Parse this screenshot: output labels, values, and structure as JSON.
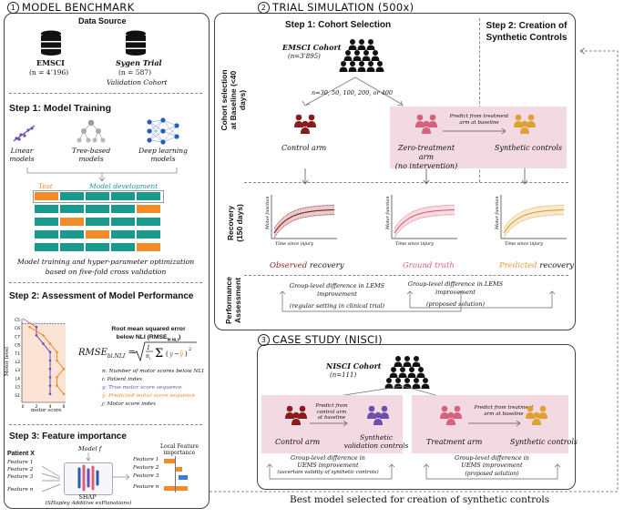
{
  "colors": {
    "teal": "#1a9a8c",
    "orange": "#f28c28",
    "maroon": "#8b1a1a",
    "pink": "#d9607a",
    "purple": "#6a4fb0",
    "gold": "#e0a030",
    "pinkbg": "#f3d9e2"
  },
  "benchmark": {
    "title": "MODEL BENCHMARK",
    "num": "1",
    "data_source": {
      "heading": "Data Source",
      "emsci_name": "EMSCI",
      "emsci_n": "(n = 4’196)",
      "sygen_name": "Sygen Trial",
      "sygen_n": "(n = 587)",
      "sygen_role": "Validation Cohort"
    },
    "step1": {
      "heading": "Step 1: Model Training",
      "linear": "Linear\nmodels",
      "tree": "Tree-based\nmodels",
      "deep": "Deep learning\nmodels",
      "test_label": "Test",
      "dev_label": "Model development",
      "caption": "Model training and hyper-parameter optimization\nbased on five-fold cross validation"
    },
    "step2": {
      "heading": "Step 2: Assessment of Model Performance",
      "yaxis": "Motor level",
      "xaxis": "motor score",
      "levels": [
        "C5",
        "C6",
        "C7",
        "C8",
        "T1",
        "L2",
        "L3",
        "L4",
        "L5",
        "S1"
      ],
      "ticks": [
        "0",
        "2",
        "4",
        "6"
      ],
      "rmse_title": "Root mean squared error\nbelow NLI (RMSE",
      "rmse_sub": "bl.NLI",
      "formula_lhs": "RMSE",
      "formula_sub": "bl.NLI",
      "defs": [
        "n: Number of motor scores below NLI",
        "i: Patient index",
        "y: True motor score sequence",
        "ŷ: Predicted motor score sequence",
        "j: Motor score index"
      ],
      "true_scores": [
        2,
        2,
        3,
        4,
        4,
        4,
        4,
        4,
        4
      ],
      "pred_scores": [
        1,
        3,
        4,
        5,
        5,
        6,
        5,
        5,
        6
      ]
    },
    "step3": {
      "heading": "Step 3: Feature importance",
      "patient": "Patient X",
      "model": "Model f",
      "features": [
        "Feature 1",
        "Feature 2",
        "Feature 3",
        "Feature n"
      ],
      "shap": "SHAP",
      "shap_full": "(SHapley Additive exPlanations)",
      "local_title": "Local Feature\nimportance",
      "local_features": [
        "Feature 1",
        "Feature 2",
        "Feature 3",
        "Feature n"
      ]
    }
  },
  "trial": {
    "title": "TRIAL SIMULATION (500x)",
    "num": "2",
    "step1": "Step 1: Cohort Selection",
    "step2": "Step 2: Creation of\nSynthetic Controls",
    "row_cohort": "Cohort selection\nat Baseline (<40 days)",
    "row_recovery": "Recovery\n(150 days)",
    "row_perf": "Performance\nAssessment",
    "emsci_cohort": "EMSCI Cohort",
    "emsci_n": "(n=3’895)",
    "sample_sizes": "n=30, 50, 100, 200, or 400",
    "control_arm": "Control arm",
    "zero_arm": "Zero-treatment arm\n(no intervention)",
    "predict_note": "Predict from treatment\narm at baseline",
    "synthetic": "Synthetic controls",
    "motor_function": "Motor function",
    "time_since": "Time since injury",
    "observed_word": "Observed",
    "observed_rest": " recovery",
    "ground_truth": "Ground truth",
    "predicted_word": "Predicted",
    "predicted_rest": " recovery",
    "lems1": "Group-level difference in LEMS\nimprovement",
    "lems1_note": "(regular setting in clinical trial)",
    "lems2": "Group-level difference in LEMS\nimprovement",
    "lems2_note": "(proposed solution)"
  },
  "case": {
    "title": "CASE STUDY (NISCI)",
    "num": "3",
    "cohort": "NISCI Cohort",
    "n": "(n=111)",
    "control_arm": "Control arm",
    "predict_ctrl": "Predict from\ncontrol arm\nat baseline",
    "synthetic_val": "Synthetic\nvalidation controls",
    "treatment_arm": "Treatment arm",
    "predict_treat": "Predict from treatment\narm at baseline",
    "synthetic": "Synthetic controls",
    "uems1": "Group-level difference in\nUEMS improvement",
    "uems1_note": "(ascertain validity of synthetic controls)",
    "uems2": "Group-level difference in\nUEMS improvement",
    "uems2_note": "(proposed solution)"
  },
  "footer": "Best model selected for creation of synthetic controls"
}
